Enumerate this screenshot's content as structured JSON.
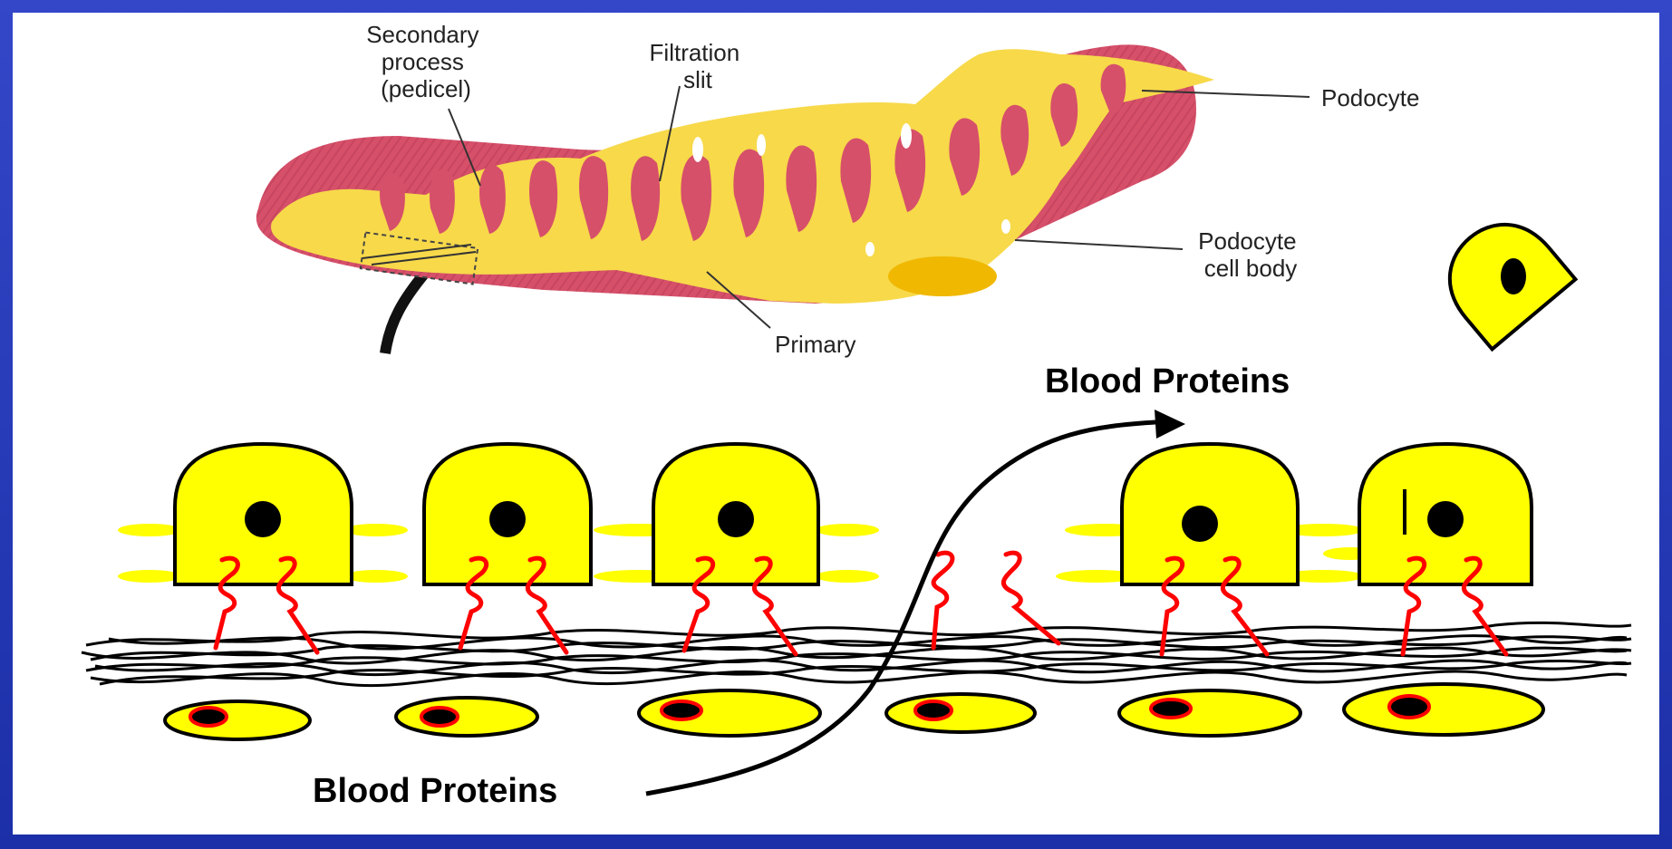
{
  "labels": {
    "secondary_process": [
      "Secondary",
      "process",
      "(pedicel)"
    ],
    "filtration_slit": [
      "Filtration",
      "slit"
    ],
    "podocyte": "Podocyte",
    "podocyte_cell_body": [
      "Podocyte",
      "cell body"
    ],
    "primary": "Primary"
  },
  "blood_proteins_top": "Blood Proteins",
  "blood_proteins_bottom": "Blood Proteins",
  "colors": {
    "frame": "#2438b8",
    "cell_yellow": "#ffff00",
    "diagram_pink": "#d6506a",
    "diagram_yellow": "#f7d94a",
    "protein_red": "#ff0000",
    "membrane_black": "#000000"
  }
}
